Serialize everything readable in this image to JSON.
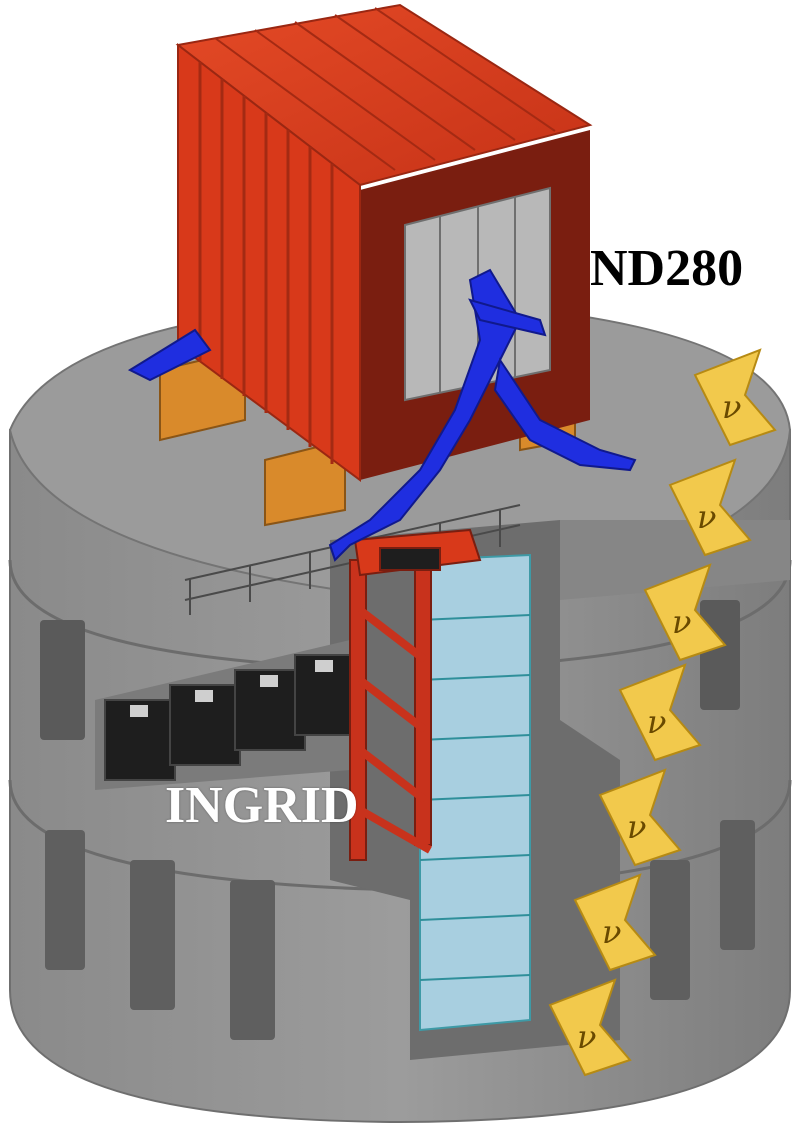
{
  "labels": {
    "nd280": "ND280",
    "ingrid": "INGRID",
    "neutrino_symbol": "ν"
  },
  "colors": {
    "pit_concrete": "#8e8e8e",
    "pit_top": "#9a9a9a",
    "magnet_red": "#d8391a",
    "magnet_dark_red": "#7a1e10",
    "yoke_support_blue": "#1f2ee0",
    "base_orange": "#d98a2b",
    "ingrid_frame_red": "#c8321c",
    "ingrid_modules_cyan": "#5ab7c2",
    "module_black": "#1e1e1e",
    "neutrino_arrow_yellow": "#f2c94c",
    "nd280_text": "#000000",
    "ingrid_text": "#ffffff"
  },
  "neutrino_arrows": {
    "count": 7
  }
}
